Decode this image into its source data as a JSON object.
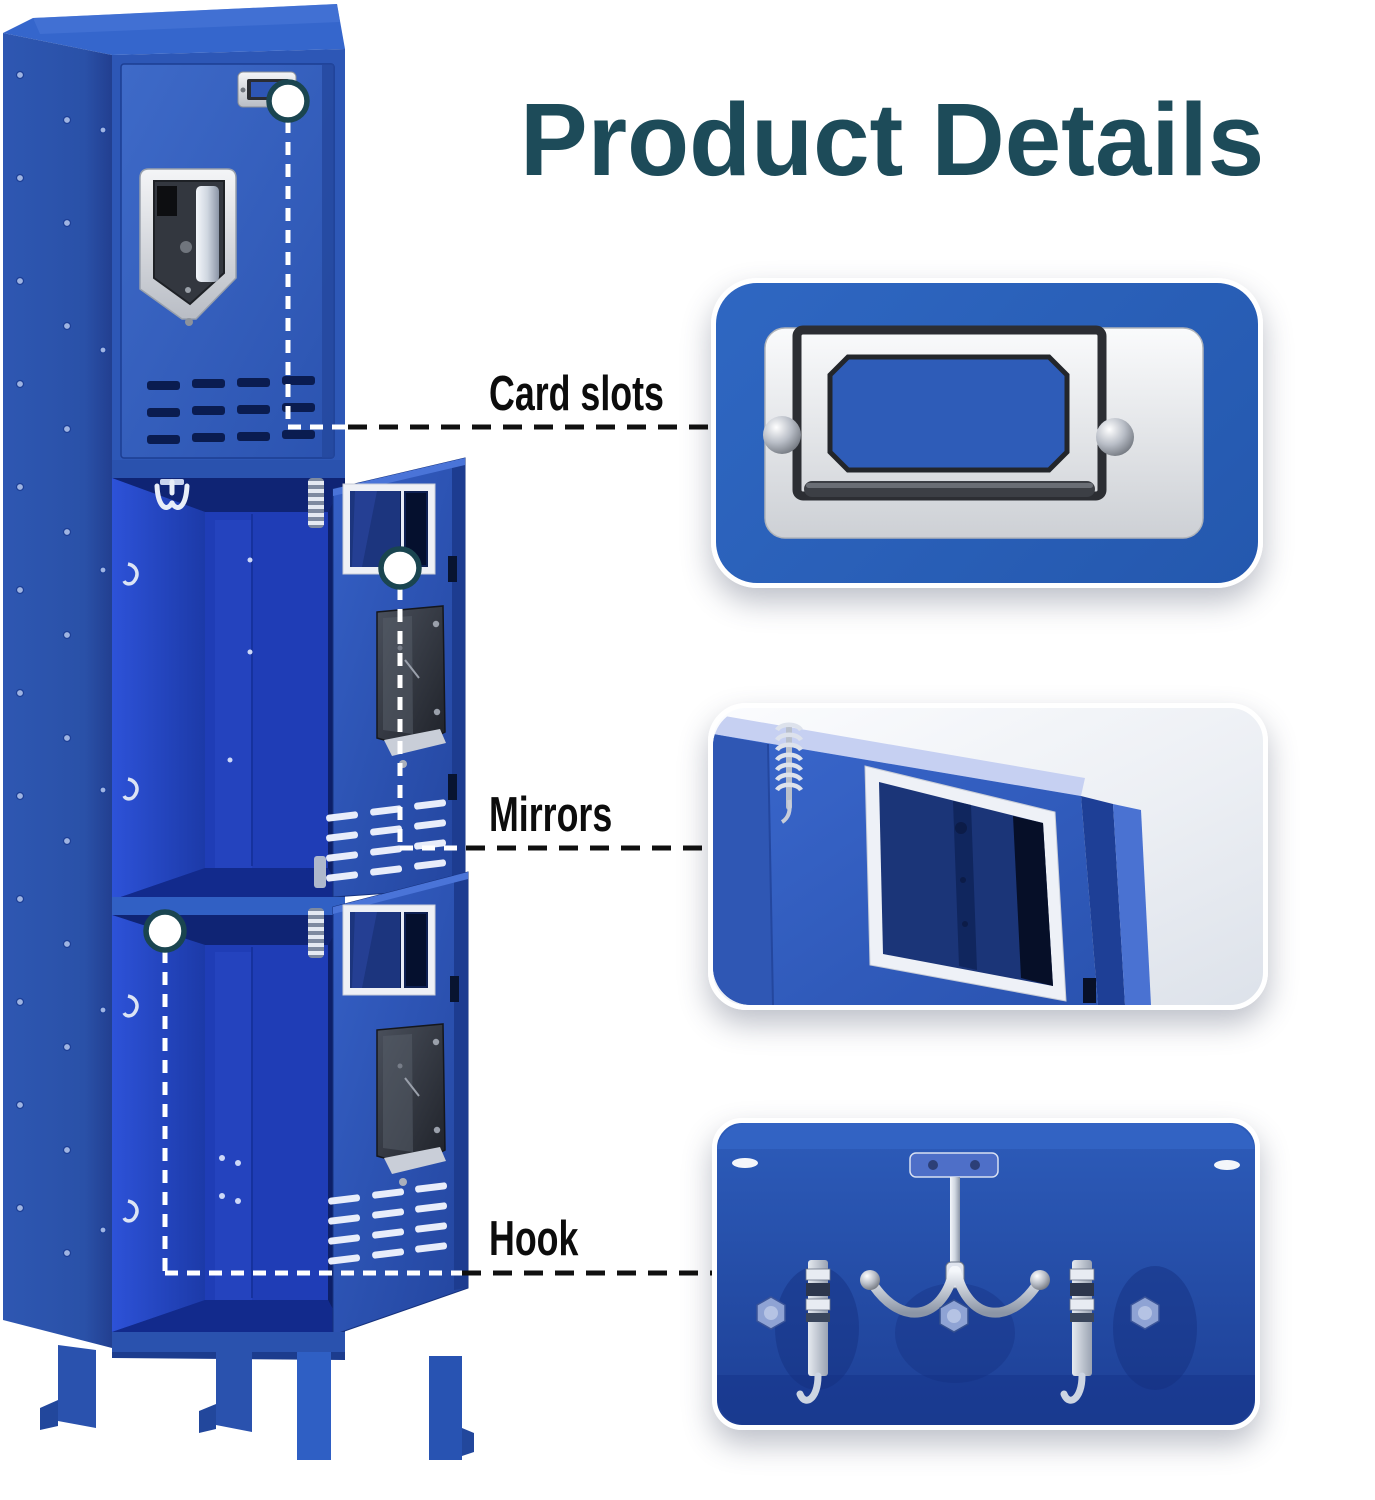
{
  "header": {
    "title": "Product Details",
    "title_color": "#1d4b59"
  },
  "features": [
    {
      "id": "card-slots",
      "label": "Card slots"
    },
    {
      "id": "mirrors",
      "label": "Mirrors"
    },
    {
      "id": "hook",
      "label": "Hook"
    }
  ],
  "colors": {
    "title_teal": "#1d4b59",
    "locker_blue": "#3361c2",
    "locker_interior_blue": "#1e3db4",
    "detail_panel_blue": "#2a62bc",
    "chrome_silver": "#dde2ec",
    "callout_line_black": "#101010",
    "callout_line_white": "#ffffff",
    "marker_ring_teal": "#1a4550"
  },
  "icons": {
    "locker": "blue-metal-locker-illustration",
    "card_slot": "label-card-holder-icon",
    "mirror": "door-mirror-icon",
    "hook": "double-coat-hook-icon"
  }
}
